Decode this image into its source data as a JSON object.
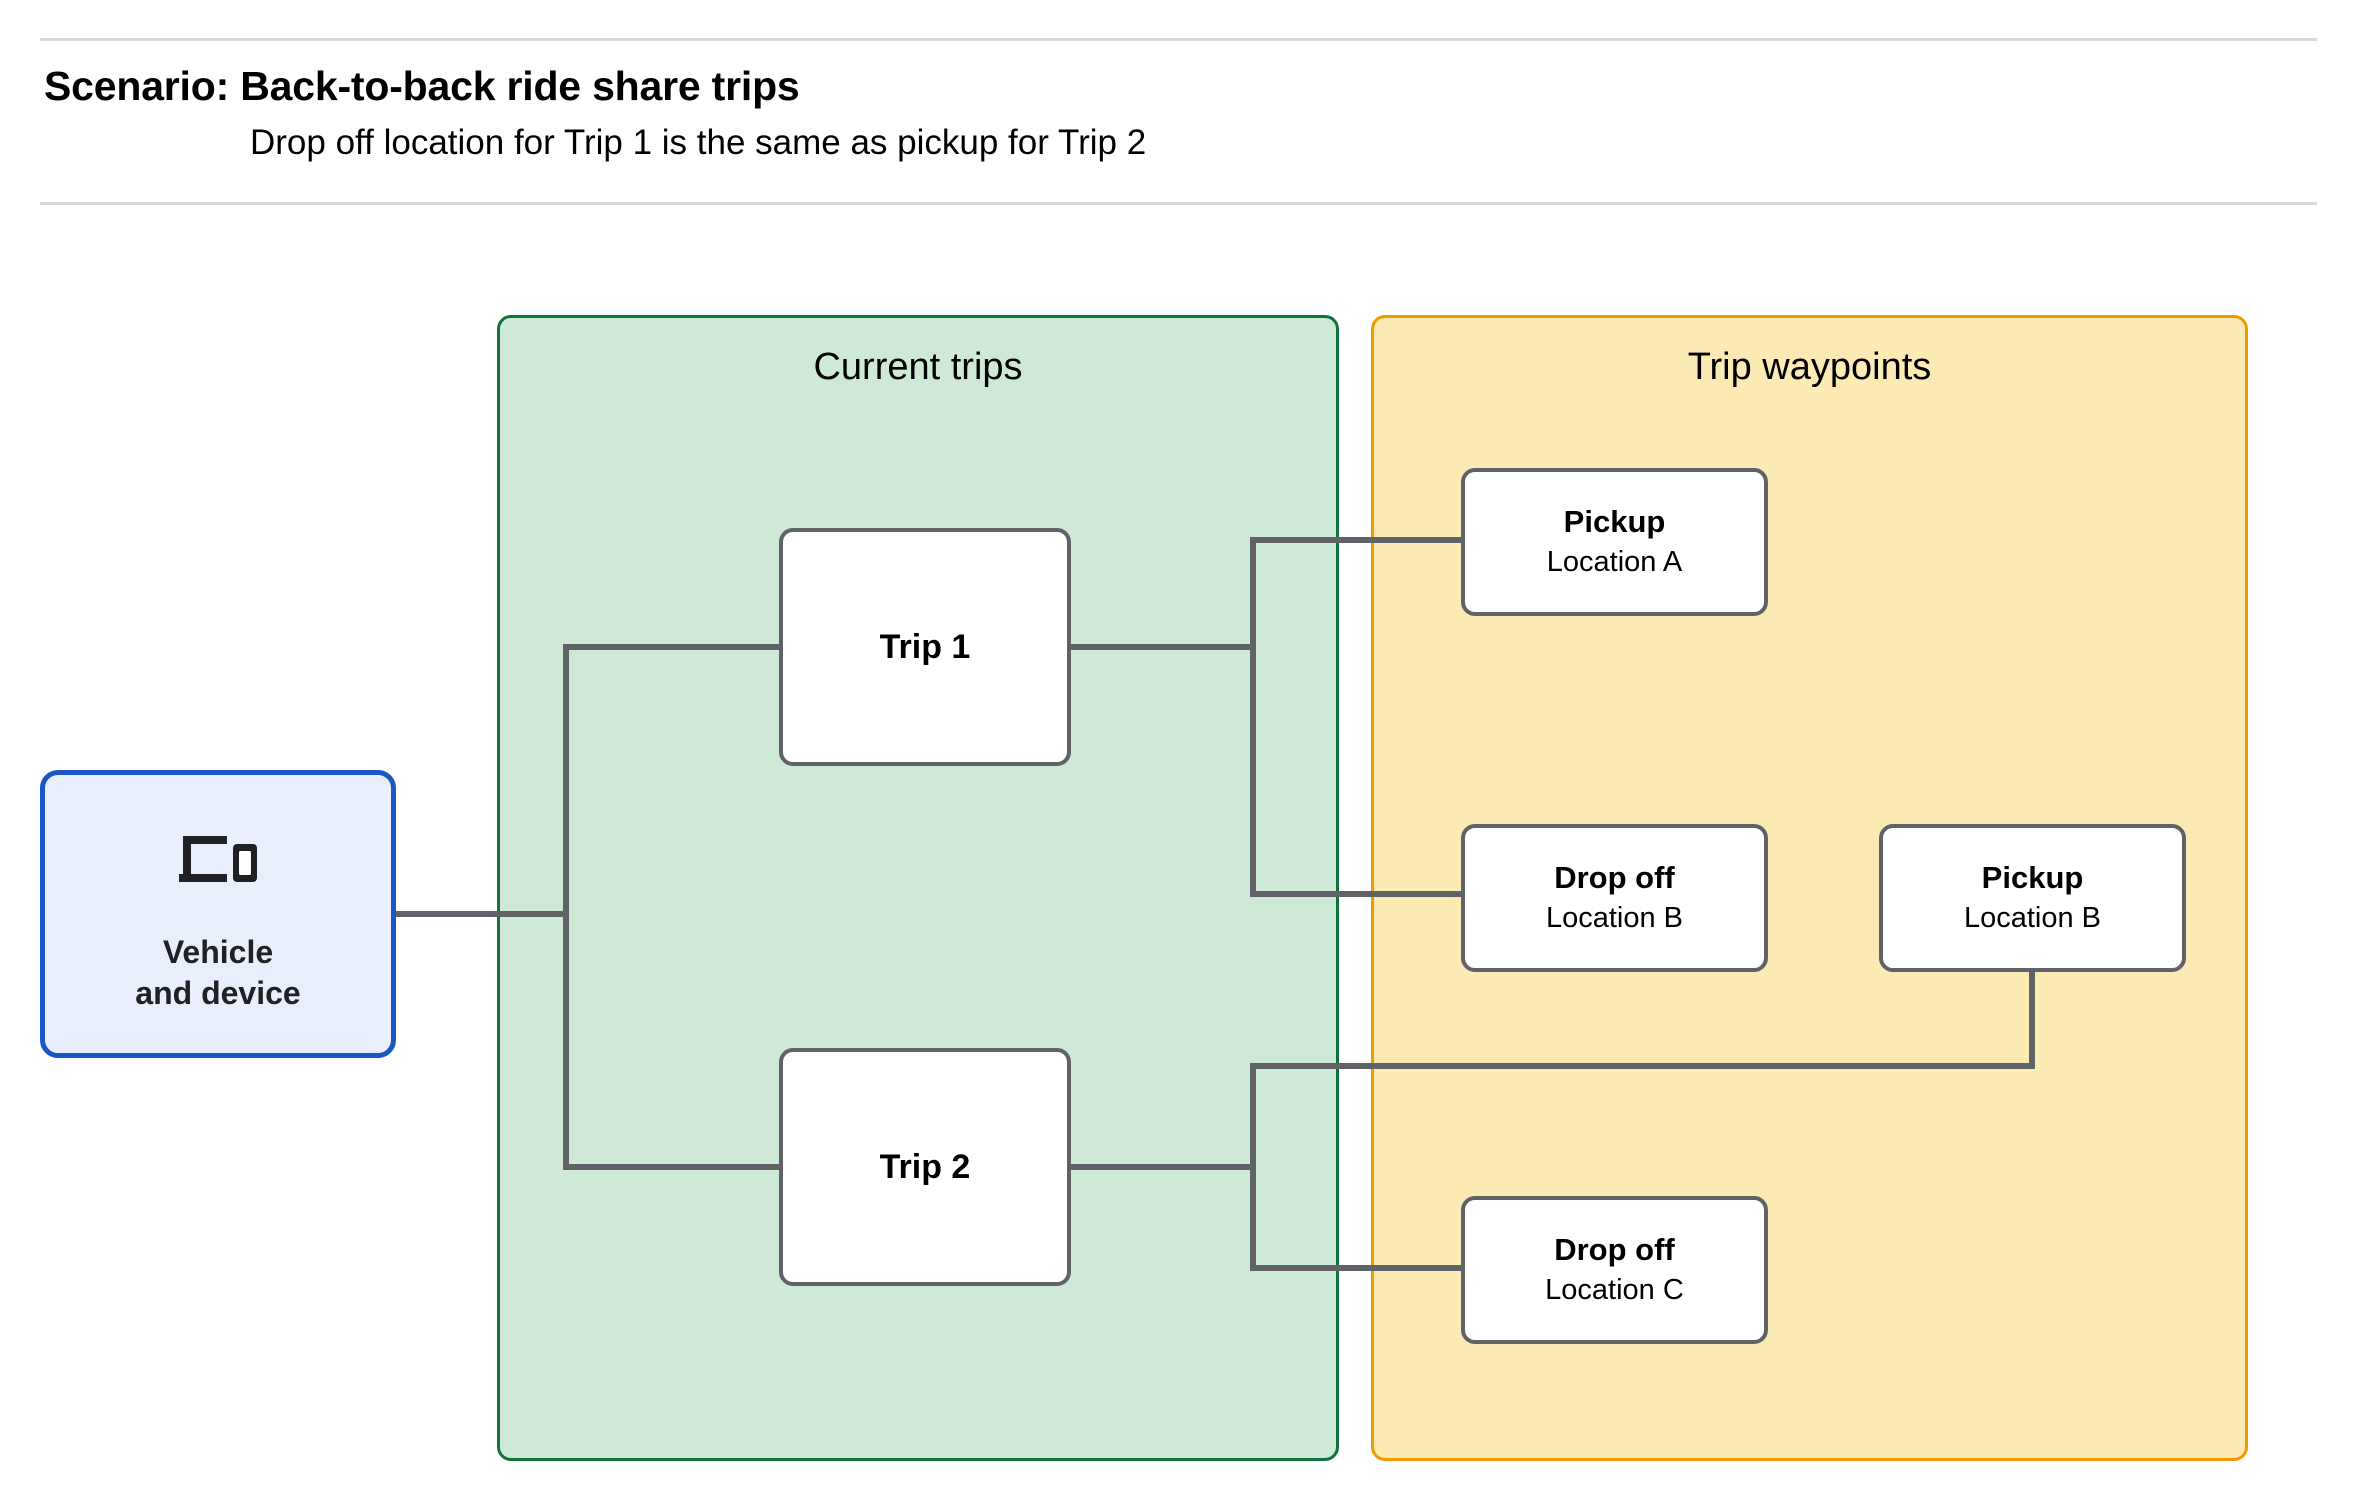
{
  "header": {
    "title": "Scenario: Back-to-back ride share trips",
    "subtitle": "Drop off  location for Trip 1 is the same as pickup for Trip 2"
  },
  "groups": {
    "current_trips": {
      "title": "Current trips",
      "fill": "#cee9d6",
      "border": "#11713a"
    },
    "trip_waypoints": {
      "title": "Trip waypoints",
      "fill": "#fceab5",
      "border": "#f29900"
    }
  },
  "nodes": {
    "vehicle": {
      "label_line1": "Vehicle",
      "label_line2": "and device",
      "icon": "devices-icon",
      "fill": "#e8eefb",
      "border": "#1a56c4"
    },
    "trip_1": {
      "label": "Trip 1"
    },
    "trip_2": {
      "label": "Trip 2"
    },
    "pickup_a": {
      "title": "Pickup",
      "sub": "Location A"
    },
    "dropoff_b": {
      "title": "Drop off",
      "sub": "Location B"
    },
    "pickup_b": {
      "title": "Pickup",
      "sub": "Location B"
    },
    "dropoff_c": {
      "title": "Drop off",
      "sub": "Location C"
    }
  },
  "edges": [
    {
      "from": "vehicle",
      "to": "trip_1"
    },
    {
      "from": "vehicle",
      "to": "trip_2"
    },
    {
      "from": "trip_1",
      "to": "pickup_a"
    },
    {
      "from": "trip_1",
      "to": "dropoff_b"
    },
    {
      "from": "trip_2",
      "to": "pickup_b"
    },
    {
      "from": "trip_2",
      "to": "dropoff_c"
    }
  ],
  "colors": {
    "edge": "#5f6368",
    "node_border": "#5f6368",
    "node_fill": "#ffffff",
    "rule": "#d9d9d9"
  }
}
